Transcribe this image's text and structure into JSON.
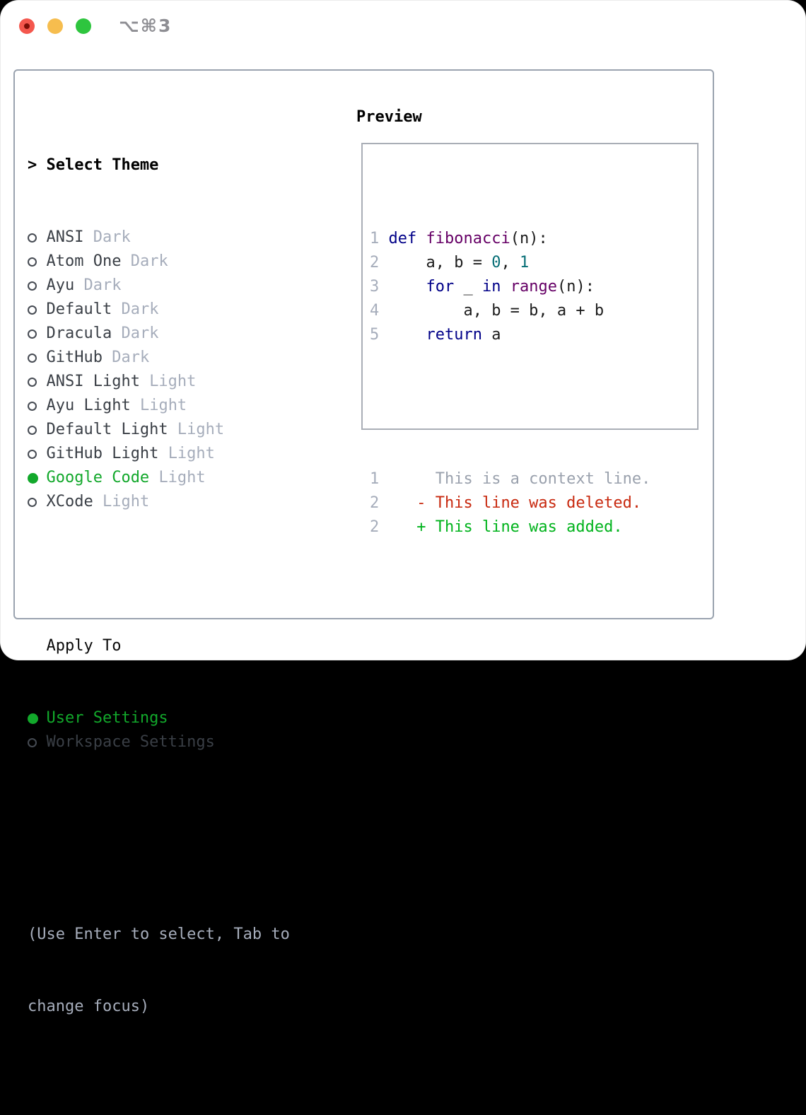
{
  "titlebar": {
    "title": "⌥⌘3"
  },
  "colors": {
    "light_red": "#f4574d",
    "light_red_dot": "#7c0e06",
    "light_yellow": "#f6bd4e",
    "light_green": "#2ec53e",
    "panel_border": "#9aa3af",
    "box_border": "#a9aeb6",
    "accent_green": "#12a82b",
    "muted": "#a6adbb",
    "text": "#3a3f46",
    "num": "#a6adbb",
    "pln": "#1c1c1c",
    "kwd": "#000088",
    "typ": "#660066",
    "lit": "#066e76",
    "ctx": "#9aa1ad",
    "del": "#c8290f",
    "add": "#00b31c"
  },
  "theme_selector": {
    "cursor": ">",
    "title": "Select Theme",
    "items": [
      {
        "name": "ANSI",
        "variant": "Dark",
        "selected": false
      },
      {
        "name": "Atom One",
        "variant": "Dark",
        "selected": false
      },
      {
        "name": "Ayu",
        "variant": "Dark",
        "selected": false
      },
      {
        "name": "Default",
        "variant": "Dark",
        "selected": false
      },
      {
        "name": "Dracula",
        "variant": "Dark",
        "selected": false
      },
      {
        "name": "GitHub",
        "variant": "Dark",
        "selected": false
      },
      {
        "name": "ANSI Light",
        "variant": "Light",
        "selected": false
      },
      {
        "name": "Ayu Light",
        "variant": "Light",
        "selected": false
      },
      {
        "name": "Default Light",
        "variant": "Light",
        "selected": false
      },
      {
        "name": "GitHub Light",
        "variant": "Light",
        "selected": false
      },
      {
        "name": "Google Code",
        "variant": "Light",
        "selected": true
      },
      {
        "name": "XCode",
        "variant": "Light",
        "selected": false
      }
    ]
  },
  "apply_to": {
    "title": "Apply To",
    "options": [
      {
        "name": "User Settings",
        "variant": "",
        "selected": true
      },
      {
        "name": "Workspace Settings",
        "variant": "",
        "selected": false
      }
    ]
  },
  "help": {
    "line1": "(Use Enter to select, Tab to",
    "line2": "change focus)"
  },
  "preview": {
    "title": "Preview",
    "code_lines": [
      [
        [
          "1",
          "num"
        ],
        [
          " ",
          "pln"
        ],
        [
          "def",
          "kwd"
        ],
        [
          " ",
          "pln"
        ],
        [
          "fibonacci",
          "typ"
        ],
        [
          "(n):",
          "pln"
        ]
      ],
      [
        [
          "2",
          "num"
        ],
        [
          "     a, b = ",
          "pln"
        ],
        [
          "0",
          "lit"
        ],
        [
          ", ",
          "pln"
        ],
        [
          "1",
          "lit"
        ]
      ],
      [
        [
          "3",
          "num"
        ],
        [
          "     ",
          "pln"
        ],
        [
          "for",
          "kwd"
        ],
        [
          " _ ",
          "pln"
        ],
        [
          "in",
          "kwd"
        ],
        [
          " ",
          "pln"
        ],
        [
          "range",
          "typ"
        ],
        [
          "(n):",
          "pln"
        ]
      ],
      [
        [
          "4",
          "num"
        ],
        [
          "         a, b = b, a + b",
          "pln"
        ]
      ],
      [
        [
          "5",
          "num"
        ],
        [
          "     ",
          "pln"
        ],
        [
          "return",
          "kwd"
        ],
        [
          " a",
          "pln"
        ]
      ]
    ],
    "diff_lines": [
      [
        [
          "1",
          "num"
        ],
        [
          "      This is a context line.",
          "ctx"
        ]
      ],
      [
        [
          "2",
          "num"
        ],
        [
          "    ",
          "pln"
        ],
        [
          "- This line was deleted.",
          "del"
        ]
      ],
      [
        [
          "2",
          "num"
        ],
        [
          "    ",
          "pln"
        ],
        [
          "+ This line was added.",
          "add"
        ]
      ]
    ]
  }
}
